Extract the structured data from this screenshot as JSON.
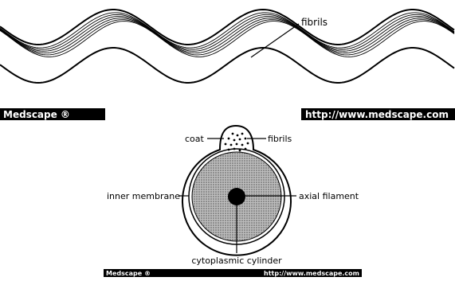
{
  "top_diagram": {
    "labels": {
      "fibrils": "fibrils"
    },
    "banner": {
      "brand": "Medscape ®",
      "url": "http://www.medscape.com"
    }
  },
  "bottom_diagram": {
    "labels": {
      "coat": "coat",
      "fibrils": "fibrils",
      "inner_membrane": "inner membrane",
      "axial_filament": "axial filament",
      "cytoplasmic_cylinder": "cytoplasmic cylinder"
    },
    "banner": {
      "brand": "Medscape ®",
      "url": "http://www.medscape.com"
    }
  }
}
